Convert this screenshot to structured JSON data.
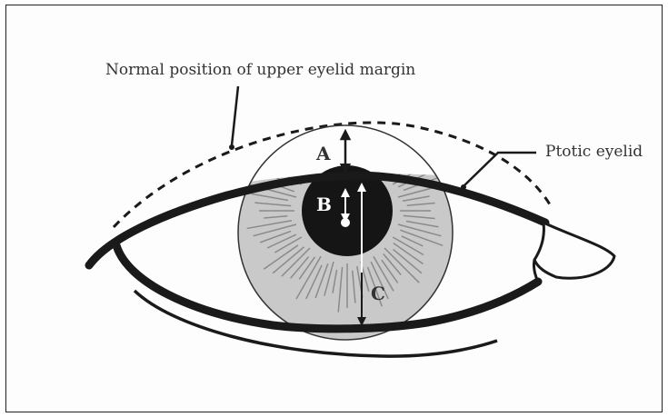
{
  "labels": {
    "normal_position": "Normal position of upper eyelid margin",
    "ptotic": "Ptotic eyelid",
    "a": "A",
    "b": "B",
    "c": "C"
  },
  "colors": {
    "ink": "#1a1a1a",
    "iris": "#c9c9c9",
    "pupil": "#151515"
  }
}
